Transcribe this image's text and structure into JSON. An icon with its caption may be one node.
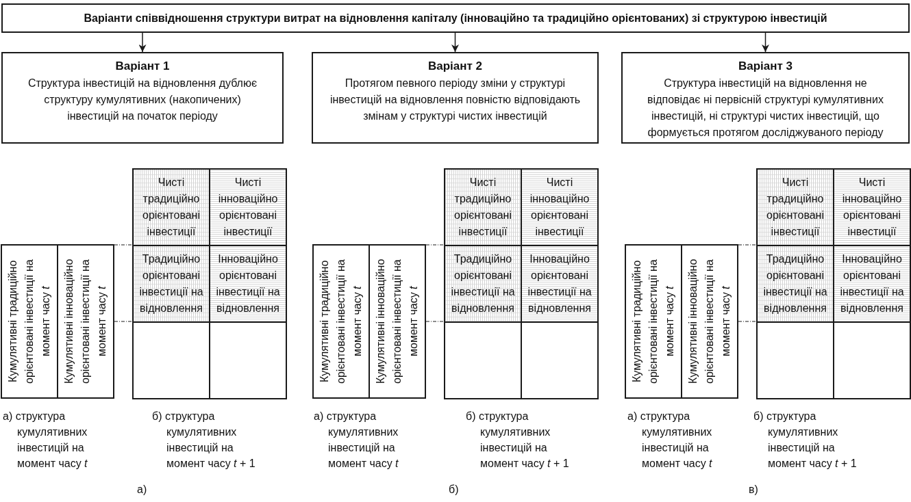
{
  "diagram": {
    "nodes": [
      {
        "text": [
          "Варіанти співвідношення структури витрат на відновлення капіталу (інноваційно та традиційно орієнтованих) зі структурою інвестицій"
        ]
      },
      {
        "text": [
          "Варіант 1",
          "Структура інвестицій на відновлення дублює структуру кумулятивних (накопичених) інвестицій на початок періоду"
        ]
      },
      {
        "text": [
          "Варіант 2",
          "Протягом певного періоду зміни у структурі інвестицій на відновлення повністю відповідають змінам у структурі чистих інвестицій"
        ]
      },
      {
        "text": [
          "Варіант 3",
          "Структура інвестицій на відновлення не відповідає ні первісній структурі кумулятивних інвестицій, ні структурі чистих інвестицій, що формується протягом досліджуваного періоду"
        ]
      },
      {
        "text": [
          "Кумулятивні традиційно орієнтовані інвестиції на момент часу *t*"
        ]
      },
      {
        "text": [
          "Кумулятивні інноваційно орієнтовані інвестиції на момент часу *t*"
        ]
      },
      {
        "text": [
          "Чисті традиційно орієнтовані інвестиції"
        ]
      },
      {
        "text": [
          "Чисті інноваційно орієнтовані інвестиції"
        ]
      },
      {
        "text": [
          "Традиційно орієнтовані інвестиції на відновлення"
        ]
      },
      {
        "text": [
          "Інноваційно орієнтовані інвестиції на відновлення"
        ]
      },
      {
        "text": [],
        "shape": "box"
      },
      {
        "text": [],
        "shape": "box"
      },
      {
        "text": [
          "Кумулятивні традиційно орієнтовані інвестиції на момент часу *t*"
        ]
      },
      {
        "text": [
          "Кумулятивні інноваційно орієнтовані інвестиції на момент часу *t*"
        ]
      },
      {
        "text": [
          "Чисті традиційно орієнтовані інвестиції"
        ]
      },
      {
        "text": [
          "Чисті інноваційно орієнтовані інвестиції"
        ]
      },
      {
        "text": [
          "Традиційно орієнтовані інвестиції на відновлення"
        ]
      },
      {
        "text": [
          "Інноваційно орієнтовані інвестиції на відновлення"
        ]
      },
      {
        "text": [],
        "shape": "box"
      },
      {
        "text": [],
        "shape": "box"
      },
      {
        "text": [
          "Кумулятивні традиційно орієнтовані інвестиції на момент часу *t*"
        ]
      },
      {
        "text": [
          "Кумулятивні інноваційно орієнтовані інвестиції на момент часу *t*"
        ]
      },
      {
        "text": [
          "Чисті традиційно орієнтовані інвестиції"
        ]
      },
      {
        "text": [
          "Чисті інноваційно орієнтовані інвестиції"
        ]
      },
      {
        "text": [
          "Традиційно орієнтовані інвестиції на відновлення"
        ]
      },
      {
        "text": [
          "Інноваційно орієнтовані інвестиції на відновлення"
        ]
      },
      {
        "text": [],
        "shape": "box"
      },
      {
        "text": [],
        "shape": "box"
      }
    ],
    "edges": [
      {
        "from": 0,
        "to": 1,
        "arrow": "to"
      },
      {
        "from": 0,
        "to": 2,
        "arrow": "to"
      },
      {
        "from": 0,
        "to": 3,
        "arrow": "to"
      },
      {
        "from": 5,
        "to": 6,
        "arrow": "none",
        "style": "dashed"
      },
      {
        "from": 5,
        "to": 8,
        "arrow": "none",
        "style": "dashed"
      },
      {
        "from": 13,
        "to": 14,
        "arrow": "none",
        "style": "dashed"
      },
      {
        "from": 13,
        "to": 16,
        "arrow": "none",
        "style": "dashed"
      },
      {
        "from": 21,
        "to": 22,
        "arrow": "none",
        "style": "dashed"
      },
      {
        "from": 21,
        "to": 24,
        "arrow": "none",
        "style": "dashed"
      }
    ],
    "labels": [
      "а) структура кумулятивних інвестицій на момент часу *t*",
      "б) структура кумулятивних інвестицій на момент часу *t* + 1",
      "а) структура кумулятивних інвестицій на момент часу *t*",
      "б) структура кумулятивних інвестицій на момент часу *t* + 1",
      "а) структура кумулятивних інвестицій на момент часу *t*",
      "б) структура кумулятивних інвестицій на момент часу *t* + 1",
      "а)",
      "б)",
      "в)"
    ]
  }
}
